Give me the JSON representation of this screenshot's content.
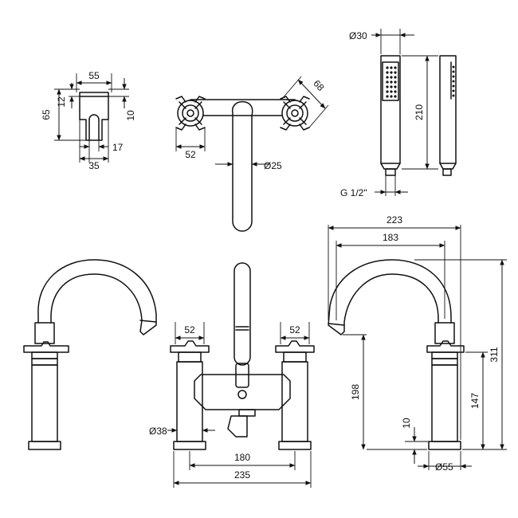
{
  "diagram": {
    "views": [
      {
        "name": "holder-plan",
        "dimensions": [
          "55",
          "65",
          "12",
          "10",
          "17",
          "35"
        ]
      },
      {
        "name": "valve-plan",
        "dimensions": [
          "68",
          "52",
          "Ø25"
        ]
      },
      {
        "name": "handset",
        "dimensions": [
          "Ø30",
          "210",
          "G 1/2\""
        ]
      },
      {
        "name": "front-elevation",
        "dimensions": [
          "52",
          "52",
          "Ø38",
          "180",
          "235"
        ]
      },
      {
        "name": "side-elevation",
        "dimensions": [
          "223",
          "183",
          "311",
          "198",
          "147",
          "10",
          "Ø55"
        ]
      }
    ],
    "labels": {
      "holder_width": "55",
      "holder_height": "65",
      "holder_top": "12",
      "holder_depth": "10",
      "holder_slot": "17",
      "holder_base": "35",
      "valve_handle_diag": "68",
      "valve_handle": "52",
      "valve_spout_dia": "Ø25",
      "handset_dia": "Ø30",
      "handset_length": "210",
      "handset_thread": "G 1/2\"",
      "front_handle_left": "52",
      "front_handle_right": "52",
      "front_body_dia": "Ø38",
      "front_centres": "180",
      "front_overall": "235",
      "side_reach": "223",
      "side_spout_span": "183",
      "side_height": "311",
      "side_spout_height": "198",
      "side_handle_height": "147",
      "side_base": "10",
      "side_base_dia": "Ø55"
    }
  }
}
